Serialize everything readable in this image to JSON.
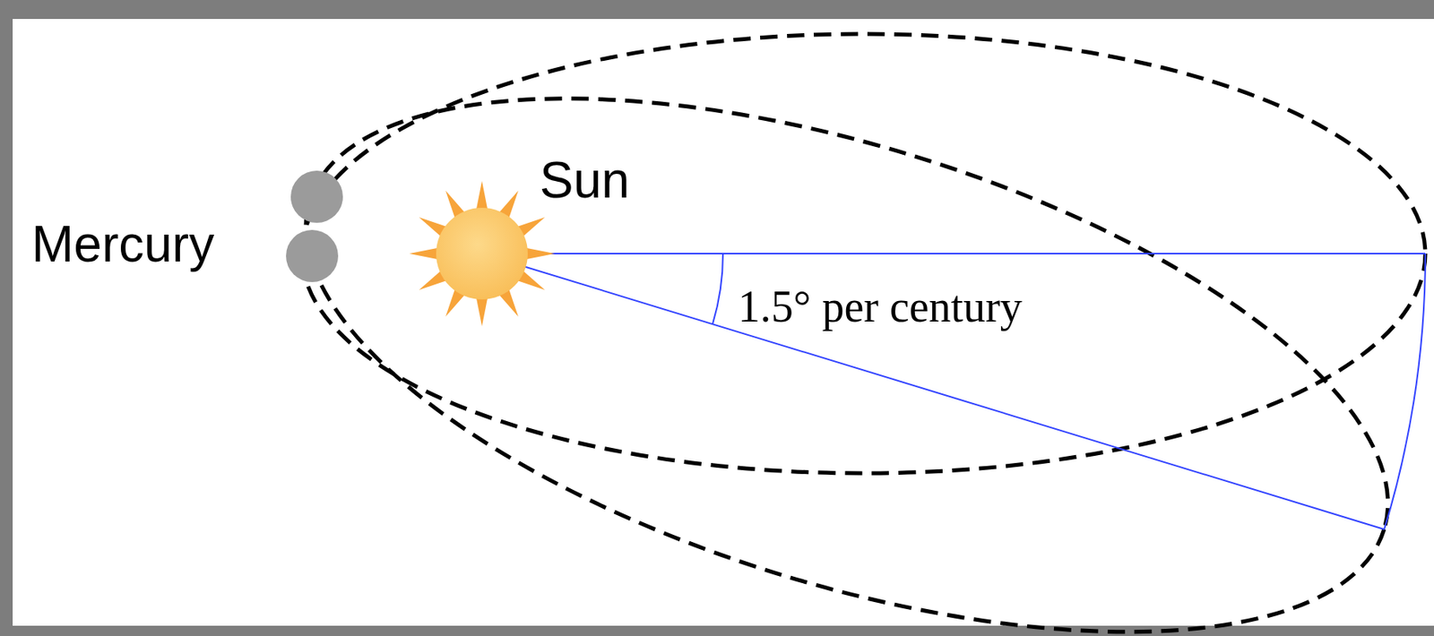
{
  "diagram": {
    "labels": [
      "Mercury",
      "Sun",
      "1.5° per century"
    ]
  }
}
